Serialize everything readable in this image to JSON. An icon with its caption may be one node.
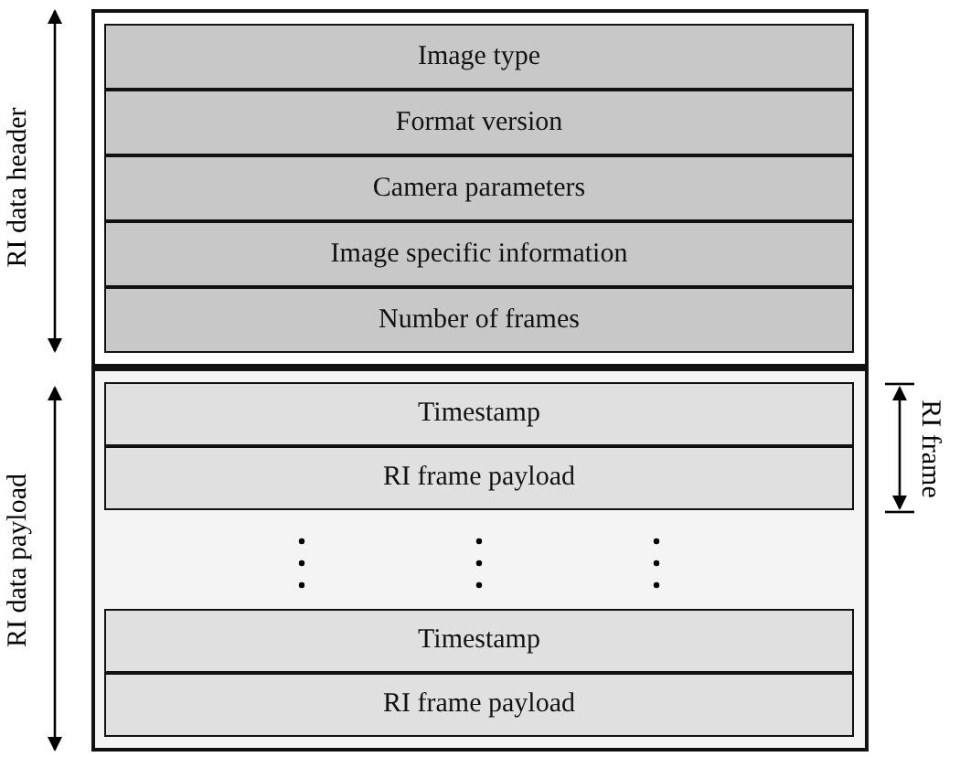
{
  "diagram": {
    "nodes": [
      {
        "text": [],
        "shape": "box"
      },
      {
        "text": [
          "Image type"
        ],
        "in": 0
      },
      {
        "text": [
          "Format version"
        ],
        "in": 0
      },
      {
        "text": [
          "Camera parameters"
        ],
        "in": 0
      },
      {
        "text": [
          "Image specific information"
        ],
        "in": 0
      },
      {
        "text": [
          "Number of frames"
        ],
        "in": 0
      },
      {
        "text": [],
        "shape": "box"
      },
      {
        "text": [
          "Timestamp"
        ],
        "in": 6
      },
      {
        "text": [
          "RI frame payload"
        ],
        "in": 6
      },
      {
        "text": [
          "Timestamp"
        ],
        "in": 6
      },
      {
        "text": [
          "RI frame payload"
        ],
        "in": 6
      }
    ],
    "edges": [],
    "labels": [
      "RI data header",
      "RI data payload",
      "RI frame"
    ]
  }
}
